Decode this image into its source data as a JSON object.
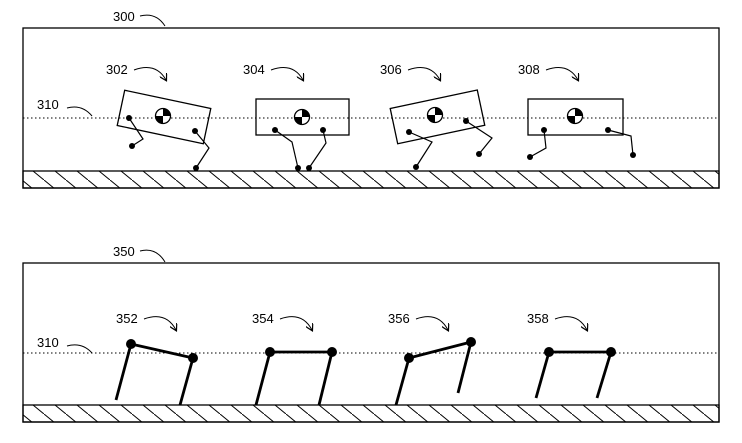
{
  "figure": {
    "top_panel": {
      "ref": "300",
      "height_ref": "310",
      "poses": [
        "302",
        "304",
        "306",
        "308"
      ]
    },
    "bottom_panel": {
      "ref": "350",
      "height_ref": "310",
      "poses": [
        "352",
        "354",
        "356",
        "358"
      ]
    }
  }
}
